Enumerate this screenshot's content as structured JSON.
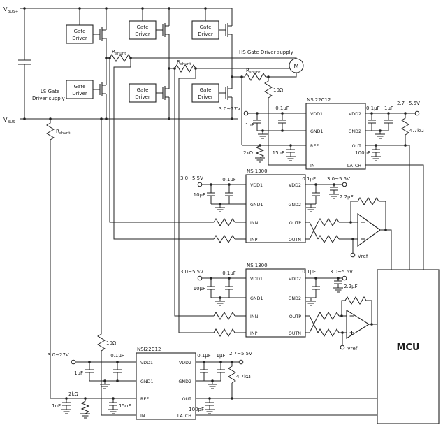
{
  "colors": {
    "ink": "#1c1c1c",
    "background": "#ffffff"
  },
  "blocks": {
    "gate_driver_line1": "Gate",
    "gate_driver_line2": "Driver",
    "mcu": "MCU",
    "motor": "M"
  },
  "ics": {
    "nsi22c12": "NSI22C12",
    "nsi1300": "NSI1300"
  },
  "pins": {
    "vdd1": "VDD1",
    "vdd2": "VDD2",
    "gnd1": "GND1",
    "gnd2": "GND2",
    "ref": "REF",
    "out": "OUT",
    "in": "IN",
    "latch": "LATCH",
    "inn": "INN",
    "inp": "INP",
    "outp": "OUTP",
    "outn": "OUTN"
  },
  "power": {
    "vbus_plus_base": "V",
    "vbus_plus_sub": "BUS+",
    "vbus_minus_base": "V",
    "vbus_minus_sub": "BUS-",
    "hs_supply": "HS Gate Driver supply",
    "ls_supply_line1": "LS Gate",
    "ls_supply_line2": "Driver supply"
  },
  "shunt": {
    "base": "R",
    "sub": "shunt"
  },
  "values": {
    "r10": "10Ω",
    "r2k": "2kΩ",
    "r4k7": "4.7kΩ",
    "c1u": "1µF",
    "c01u": "0.1µF",
    "c10u": "10µF",
    "c2u2": "2.2µF",
    "c15n": "15nF",
    "c1n": "1nF",
    "c100p": "100pF"
  },
  "rails": {
    "v27": "3.0~27V",
    "v55": "2.7~5.5V",
    "v3055": "3.0~5.5V",
    "vref": "Vref"
  }
}
